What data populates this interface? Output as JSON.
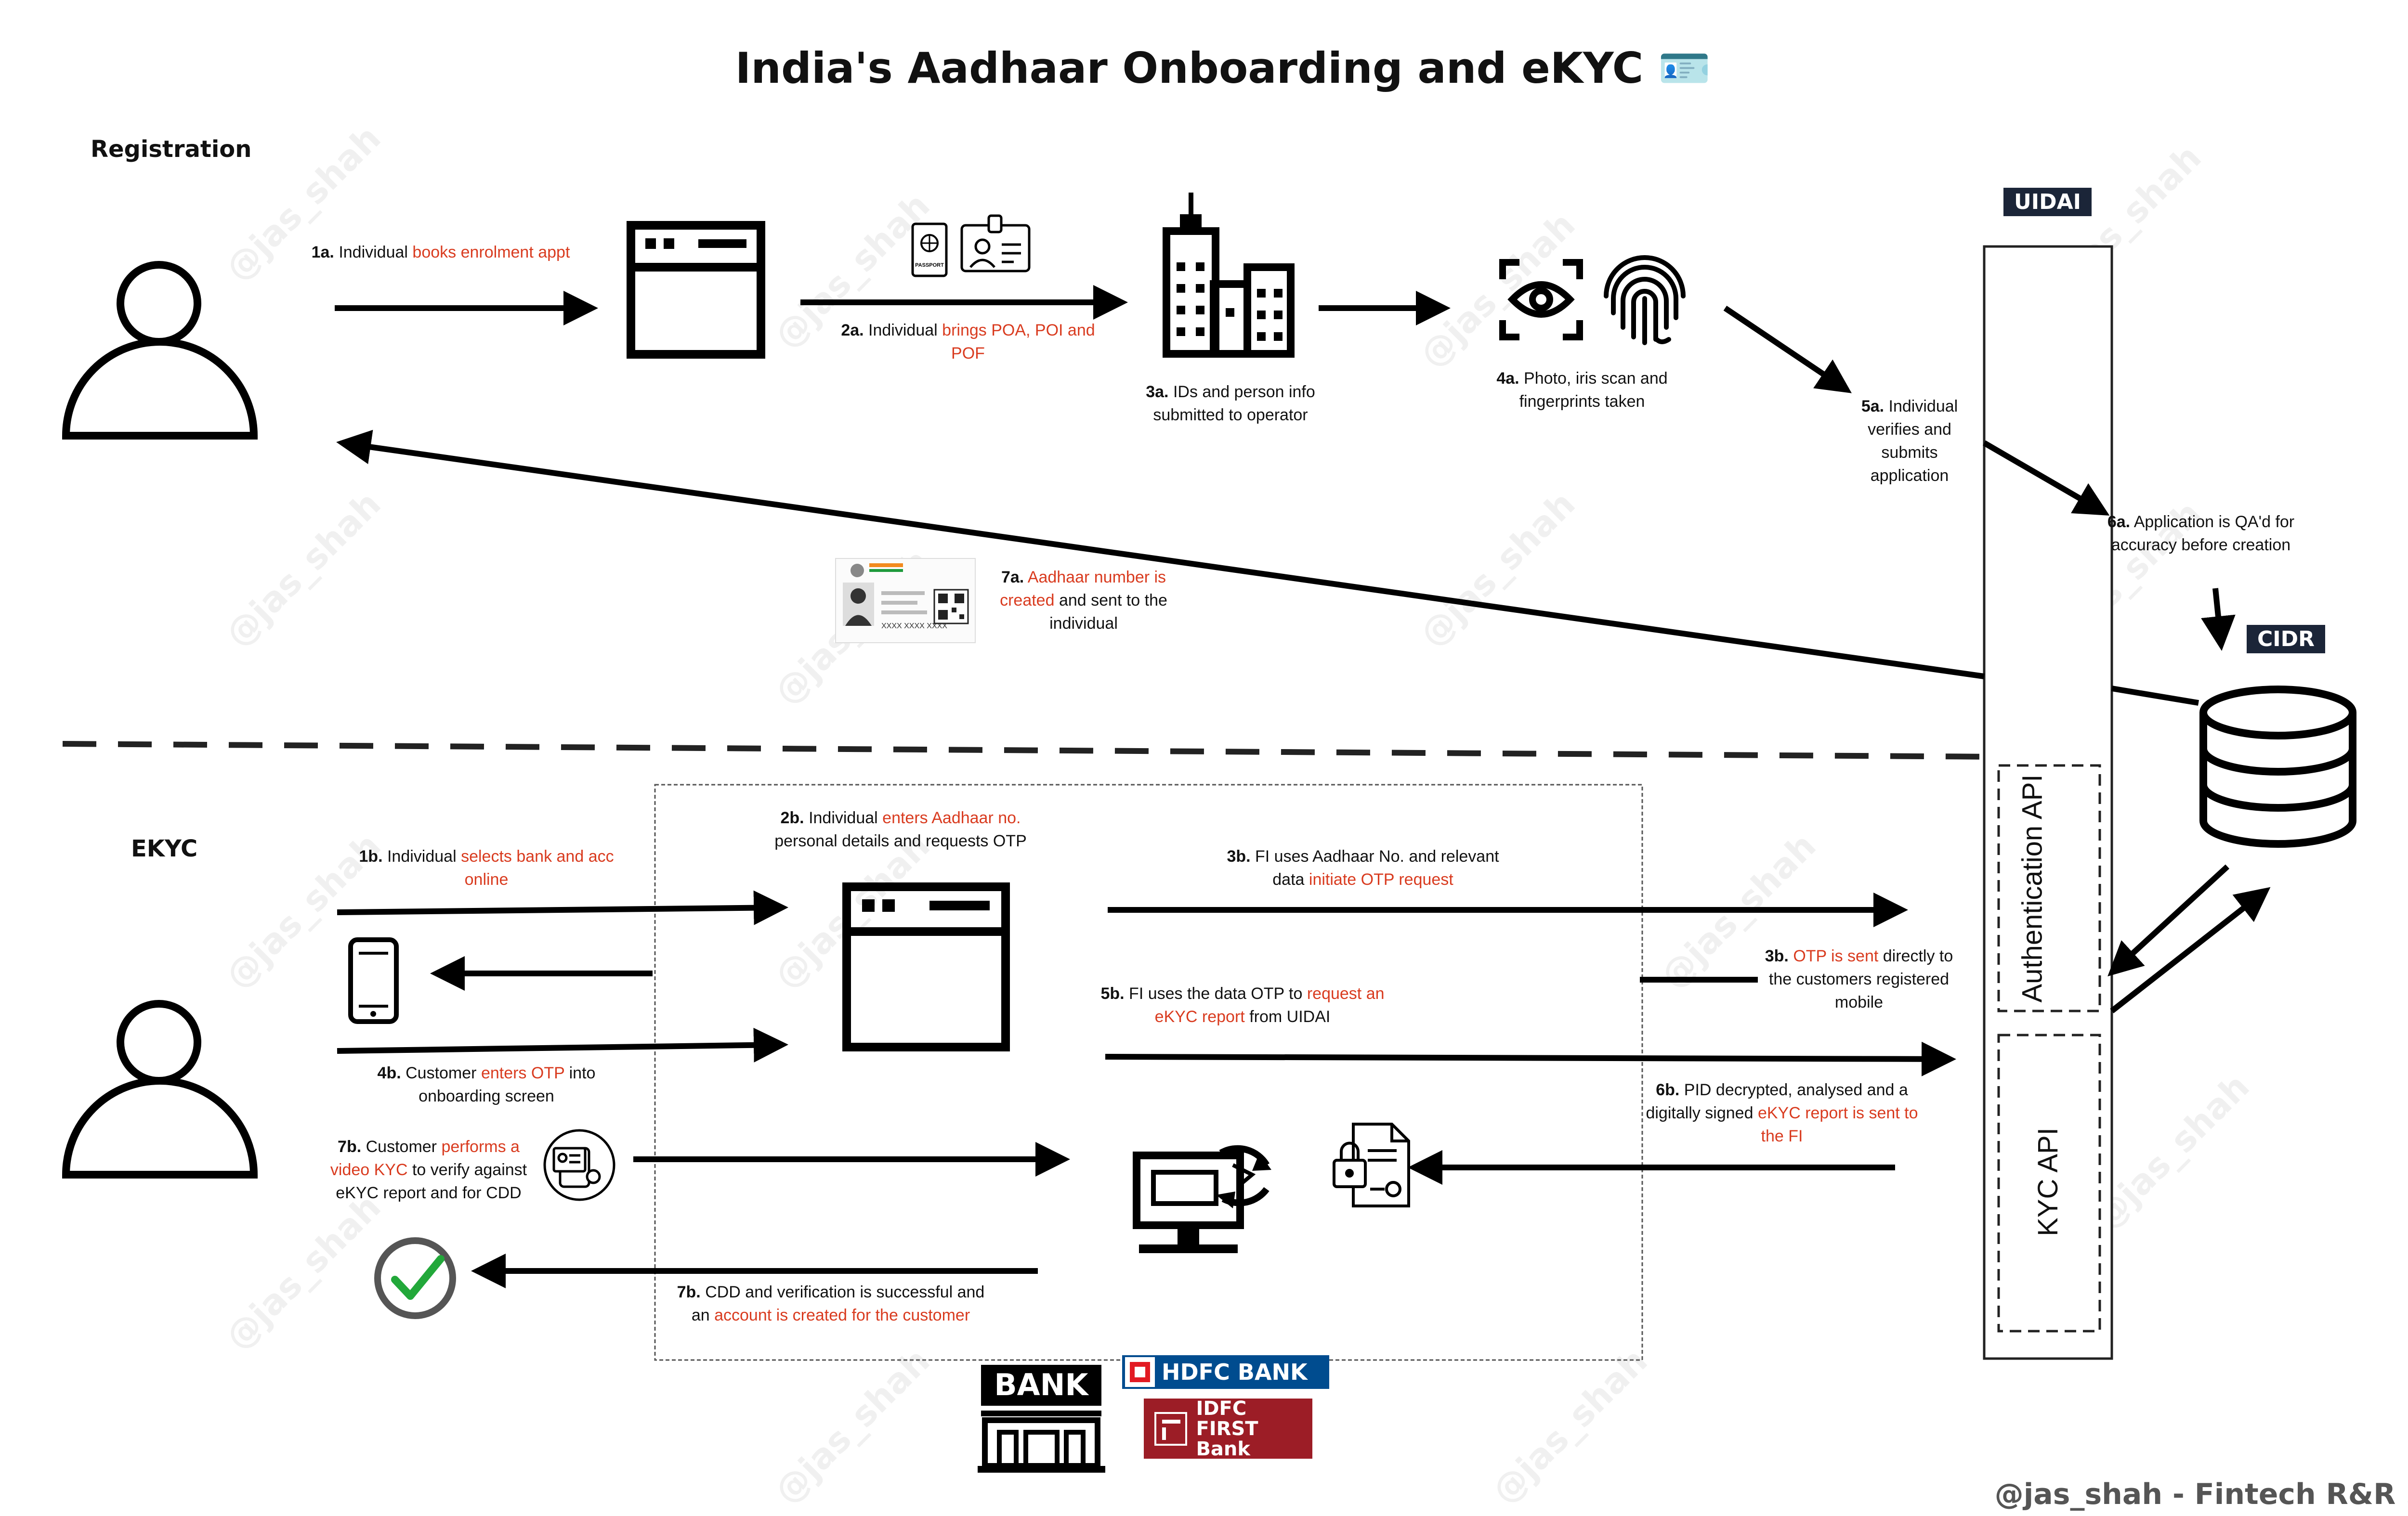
{
  "title": "India's Aadhaar Onboarding and eKYC 🪪",
  "sections": {
    "registration": "Registration",
    "ekyc": "EKYC"
  },
  "badges": {
    "uidai": "UIDAI",
    "cidr": "CIDR"
  },
  "apis": {
    "auth": "Authentication API",
    "kyc": "KYC API"
  },
  "steps": {
    "s1a": {
      "num": "1a.",
      "pre": "Individual",
      "red": "books enrolment appt",
      "post": ""
    },
    "s2a": {
      "num": "2a.",
      "pre": "Individual",
      "red": "brings POA, POI and POF",
      "post": ""
    },
    "s3a": {
      "num": "3a.",
      "pre": "IDs and person info submitted to operator",
      "red": "",
      "post": ""
    },
    "s4a": {
      "num": "4a.",
      "pre": "Photo, iris scan and fingerprints taken",
      "red": "",
      "post": ""
    },
    "s5a": {
      "num": "5a.",
      "pre": "Individual verifies and submits application",
      "red": "",
      "post": ""
    },
    "s6a": {
      "num": "6a.",
      "pre": "Application is QA'd for accuracy before creation",
      "red": "",
      "post": ""
    },
    "s7a": {
      "num": "7a.",
      "pre": "",
      "red": "Aadhaar number is created",
      "post": "and sent to the individual"
    },
    "s1b": {
      "num": "1b.",
      "pre": "Individual",
      "red": "selects bank and acc online",
      "post": ""
    },
    "s2b": {
      "num": "2b.",
      "pre": "Individual",
      "red": "enters Aadhaar no.",
      "post": "personal details and requests OTP"
    },
    "s3b_fi": {
      "num": "3b.",
      "pre": "FI uses Aadhaar No. and relevant data",
      "red": "initiate OTP request",
      "post": ""
    },
    "s3b_otp": {
      "num": "3b.",
      "pre": "",
      "red": "OTP is sent",
      "post": "directly to the customers registered mobile"
    },
    "s4b": {
      "num": "4b.",
      "pre": "Customer",
      "red": "enters OTP",
      "post": "into onboarding screen"
    },
    "s5b": {
      "num": "5b.",
      "pre": "FI uses the data OTP to",
      "red": "request an eKYC report",
      "post": "from UIDAI"
    },
    "s6b": {
      "num": "6b.",
      "pre": "PID decrypted, analysed and a digitally signed",
      "red": "eKYC report is sent to the FI",
      "post": ""
    },
    "s7b_video": {
      "num": "7b.",
      "pre": "Customer",
      "red": "performs a video KYC",
      "post": "to verify against eKYC report and for CDD"
    },
    "s7b_done": {
      "num": "7b.",
      "pre": "CDD and verification is successful and an",
      "red": "account is created for the customer",
      "post": ""
    }
  },
  "bank_sign": "BANK",
  "banks": {
    "hdfc": "HDFC BANK",
    "idfc_line1": "IDFC FIRST",
    "idfc_line2": "Bank"
  },
  "aadhaar_card_number": "XXXX XXXX XXXX",
  "passport_label": "PASSPORT",
  "watermark": "@jas_shah",
  "footer": "@jas_shah - Fintech R&R ☕",
  "colors": {
    "accent_red": "#d93b1f",
    "badge_bg": "#1b2538",
    "hdfc_blue": "#004c8f",
    "idfc_red": "#9c1d26",
    "check_green": "#22a83a"
  }
}
